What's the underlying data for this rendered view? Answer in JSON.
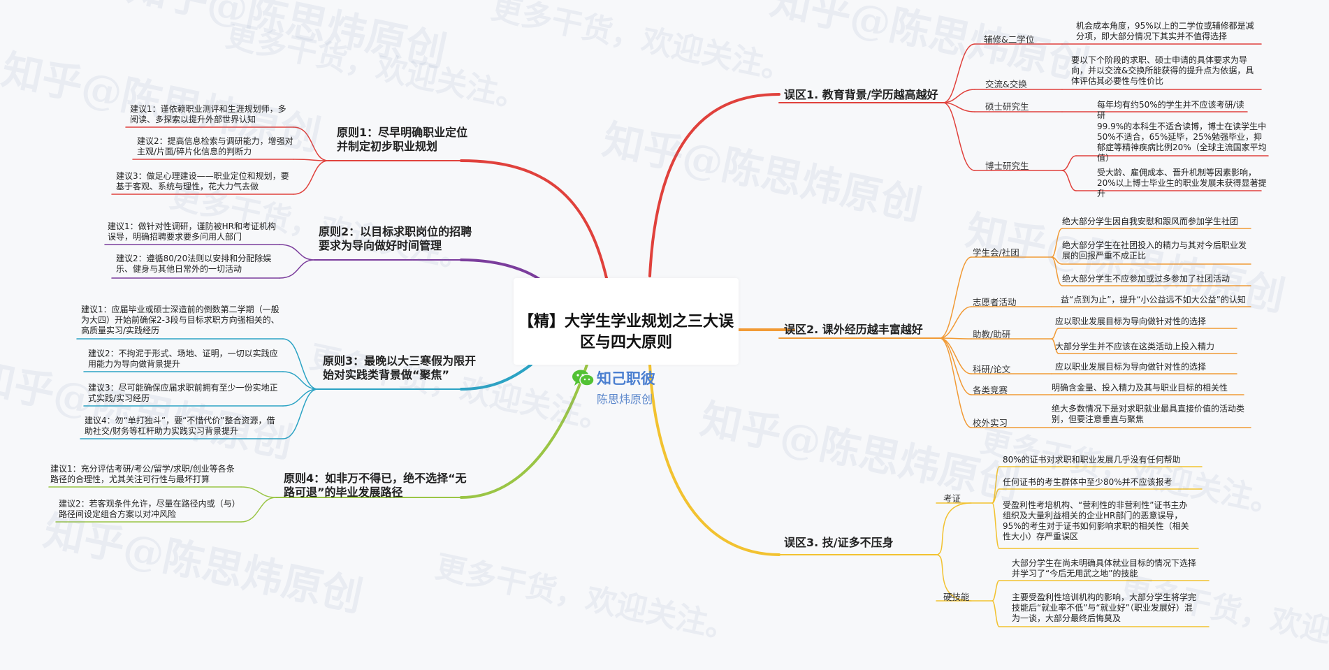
{
  "center": {
    "title": "【精】大学生学业规划之三大误区与四大原则",
    "brand_name": "知己职彼",
    "brand_sub": "陈思炜原创",
    "brand_icon": "wechat-icon"
  },
  "watermarks": [
    "知乎@陈思炜原创",
    "更多干货，欢迎关注。"
  ],
  "colors": {
    "red": "#e0413c",
    "orange": "#f19a35",
    "yellow": "#f2c230",
    "green": "#9ac545",
    "teal": "#2ba3c4",
    "purple": "#7b3d9c",
    "brand": "#4b7fd0",
    "wechat": "#52c234"
  },
  "right": {
    "mis1": {
      "title": "误区1. 教育背景/学历越高越好",
      "cats": {
        "c1": "辅修&二学位",
        "c2": "交流&交换",
        "c3": "硕士研究生",
        "c4": "博士研究生"
      },
      "items": {
        "i1": "机会成本角度，95%以上的二学位或辅修都是减分项，即大部分情况下其实并不值得选择",
        "i2": "要以下个阶段的求职、硕士申请的具体要求为导向，并以交流&交换所能获得的提升点为依据，具体评估其必要性与性价比",
        "i3": "每年均有约50%的学生并不应该考研/读研",
        "i4": "99.9%的本科生不适合读博，博士在读学生中50%不适合，65%延毕，25%勉强毕业，抑郁症等精神疾病比例20%（全球主流国家平均值）",
        "i5": "受大龄、雇佣成本、晋升机制等因素影响，20%以上博士毕业生的职业发展未获得显著提升"
      }
    },
    "mis2": {
      "title": "误区2. 课外经历越丰富越好",
      "cats": {
        "c1": "学生会/社团",
        "c2": "志愿者活动",
        "c3": "助教/助研",
        "c4": "科研/论文",
        "c5": "各类竞赛",
        "c6": "校外实习"
      },
      "items": {
        "i1": "绝大部分学生因自我安慰和跟风而参加学生社团",
        "i2": "绝大部分学生在社团投入的精力与其对今后职业发展的回报严重不成正比",
        "i3": "绝大部分学生不应参加或过多参加了社团活动",
        "i4": "益“点到为止”，提升“小公益远不如大公益”的认知",
        "i5": "应以职业发展目标为导向做针对性的选择",
        "i6": "大部分学生并不应该在这类活动上投入精力",
        "i7": "应以职业发展目标为导向做针对性的选择",
        "i8": "明确含金量、投入精力及其与职业目标的相关性",
        "i9": "绝大多数情况下是对求职就业最具直接价值的活动类别，但要注意垂直与聚焦"
      }
    },
    "mis3": {
      "title": "误区3. 技/证多不压身",
      "cats": {
        "c1": "考证",
        "c2": "硬技能"
      },
      "items": {
        "i1": "80%的证书对求职和职业发展几乎没有任何帮助",
        "i2": "任何证书的考生群体中至少80%并不应该报考",
        "i3": "受盈利性考培机构、“营利性的非营利性”证书主办组织及大量利益相关的企业HR部门的恶意误导，95%的考生对于证书如何影响求职的相关性（相关性大小）存严重误区",
        "i4": "大部分学生在尚未明确具体就业目标的情况下选择并学习了“今后无用武之地”的技能",
        "i5": "主要受盈利性培训机构的影响，大部分学生将学完技能后“就业率不低”与“就业好”（职业发展好）混为一谈，大部分最终后悔莫及"
      }
    }
  },
  "left": {
    "p1": {
      "title": "原则1：尽早明确职业定位并制定初步职业规划",
      "items": {
        "i1": "建议1：谨依赖职业测评和生涯规划师，多阅读、多探索以提升外部世界认知",
        "i2": "建议2：提高信息检索与调研能力，增强对主观/片面/碎片化信息的判断力",
        "i3": "建议3：做足心理建设——职业定位和规划，要基于客观、系统与理性，花大力气去做"
      }
    },
    "p2": {
      "title": "原则2：以目标求职岗位的招聘要求为导向做好时间管理",
      "items": {
        "i1": "建议1：做针对性调研，谨防被HR和考证机构误导，明确招聘要求要多问用人部门",
        "i2": "建议2：遵循80/20法则以安排和分配除娱乐、健身与其他日常外的一切活动"
      }
    },
    "p3": {
      "title": "原则3：最晚以大三寒假为限开始对实践类背景做“聚焦”",
      "items": {
        "i1": "建议1：应届毕业或硕士深造前的倒数第二学期（一般为大四）开始前确保2-3段与目标求职方向强相关的、高质量实习/实践经历",
        "i2": "建议2：不拘泥于形式、场地、证明，一切以实践应用能力为导向做背景提升",
        "i3": "建议3：尽可能确保应届求职前拥有至少一份实地正式实践/实习经历",
        "i4": "建议4：勿“单打独斗”，要“不惜代价”整合资源，借助社交/财务等杠杆助力实践实习背景提升"
      }
    },
    "p4": {
      "title": "原则4：如非万不得已，绝不选择“无路可退”的毕业发展路径",
      "items": {
        "i1": "建议1：充分评估考研/考公/留学/求职/创业等各条路径的合理性，尤其关注可行性与最坏打算",
        "i2": "建议2：若客观条件允许，尽量在路径内或（与）路径间设定组合方案以对冲风险"
      }
    }
  }
}
